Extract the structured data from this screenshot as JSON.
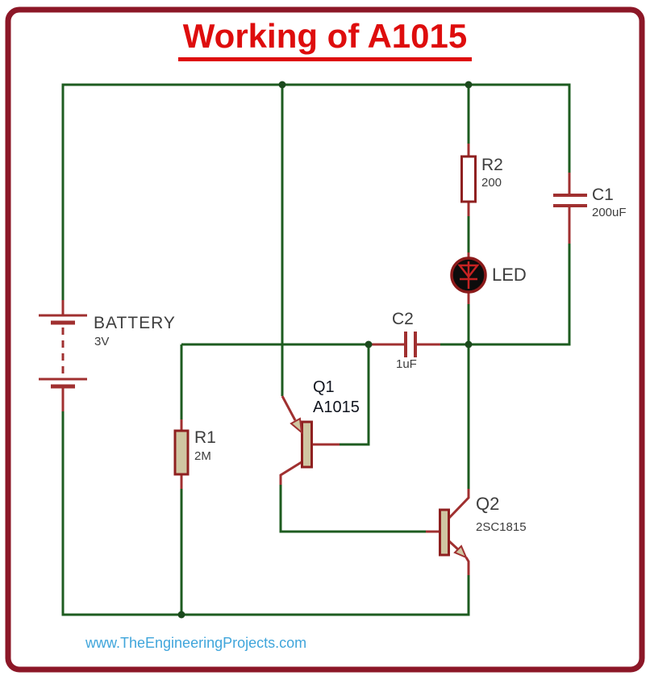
{
  "title": "Working of A1015",
  "watermark": "www.TheEngineeringProjects.com",
  "colors": {
    "background": "#FFFFFF",
    "frame_maroon": "#8C1727",
    "title_red": "#DE0D0D",
    "wire_green": "#1E5C20",
    "dot_green": "#1B4A1D",
    "lead_red": "#A03030",
    "outline_red": "#8F2020",
    "body_tan": "#D0C6A2",
    "led_black": "#0C0C0C",
    "led_ring_red": "#8B1A1A",
    "led_symbol_red": "#C62222",
    "label_gray": "#3D3D3D",
    "q_label_dark": "#10141E",
    "watermark_blue": "#3FA5DB"
  },
  "components": {
    "battery": {
      "name": "BATTERY",
      "value": "3V"
    },
    "r1": {
      "name": "R1",
      "value": "2M"
    },
    "r2": {
      "name": "R2",
      "value": "200"
    },
    "c1": {
      "name": "C1",
      "value": "200uF"
    },
    "c2": {
      "name": "C2",
      "value": "1uF"
    },
    "led": {
      "name": "LED"
    },
    "q1": {
      "name": "Q1",
      "value": "A1015"
    },
    "q2": {
      "name": "Q2",
      "value": "2SC1815"
    }
  }
}
